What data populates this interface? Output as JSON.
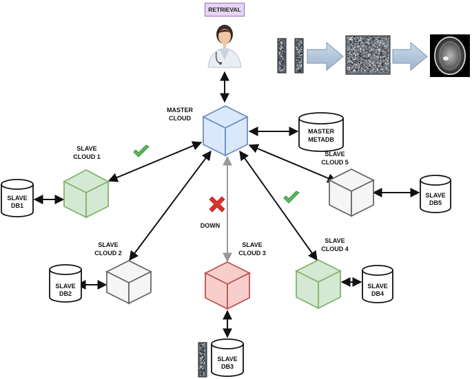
{
  "header": {
    "retrieval_label": "RETRIEVAL"
  },
  "nodes": {
    "master_cloud": [
      "MASTER",
      "CLOUD"
    ],
    "master_metadb": [
      "MASTER",
      "METADB"
    ],
    "slave_cloud_1": [
      "SLAVE",
      "CLOUD 1"
    ],
    "slave_cloud_2": [
      "SLAVE",
      "CLOUD 2"
    ],
    "slave_cloud_3": [
      "SLAVE",
      "CLOUD 3"
    ],
    "slave_cloud_4": [
      "SLAVE",
      "CLOUD 4"
    ],
    "slave_cloud_5": [
      "SLAVE",
      "CLOUD 5"
    ],
    "slave_db1": [
      "SLAVE",
      "DB1"
    ],
    "slave_db2": [
      "SLAVE",
      "DB2"
    ],
    "slave_db3": [
      "SLAVE",
      "DB3"
    ],
    "slave_db4": [
      "SLAVE",
      "DB4"
    ],
    "slave_db5": [
      "SLAVE",
      "DB5"
    ]
  },
  "status": {
    "down_label": "DOWN"
  },
  "colors": {
    "master_fill": "#dae8fc",
    "master_stroke": "#6c8ebf",
    "ok_fill": "#d5e8d4",
    "ok_stroke": "#82b366",
    "down_fill": "#f8cecc",
    "down_stroke": "#b85450",
    "neutral_fill": "#f5f5f5",
    "neutral_stroke": "#666666"
  },
  "icons": [
    "doctor-icon",
    "check-icon",
    "cross-icon",
    "noise-image-icon",
    "mri-brain-icon",
    "right-arrow-icon"
  ]
}
